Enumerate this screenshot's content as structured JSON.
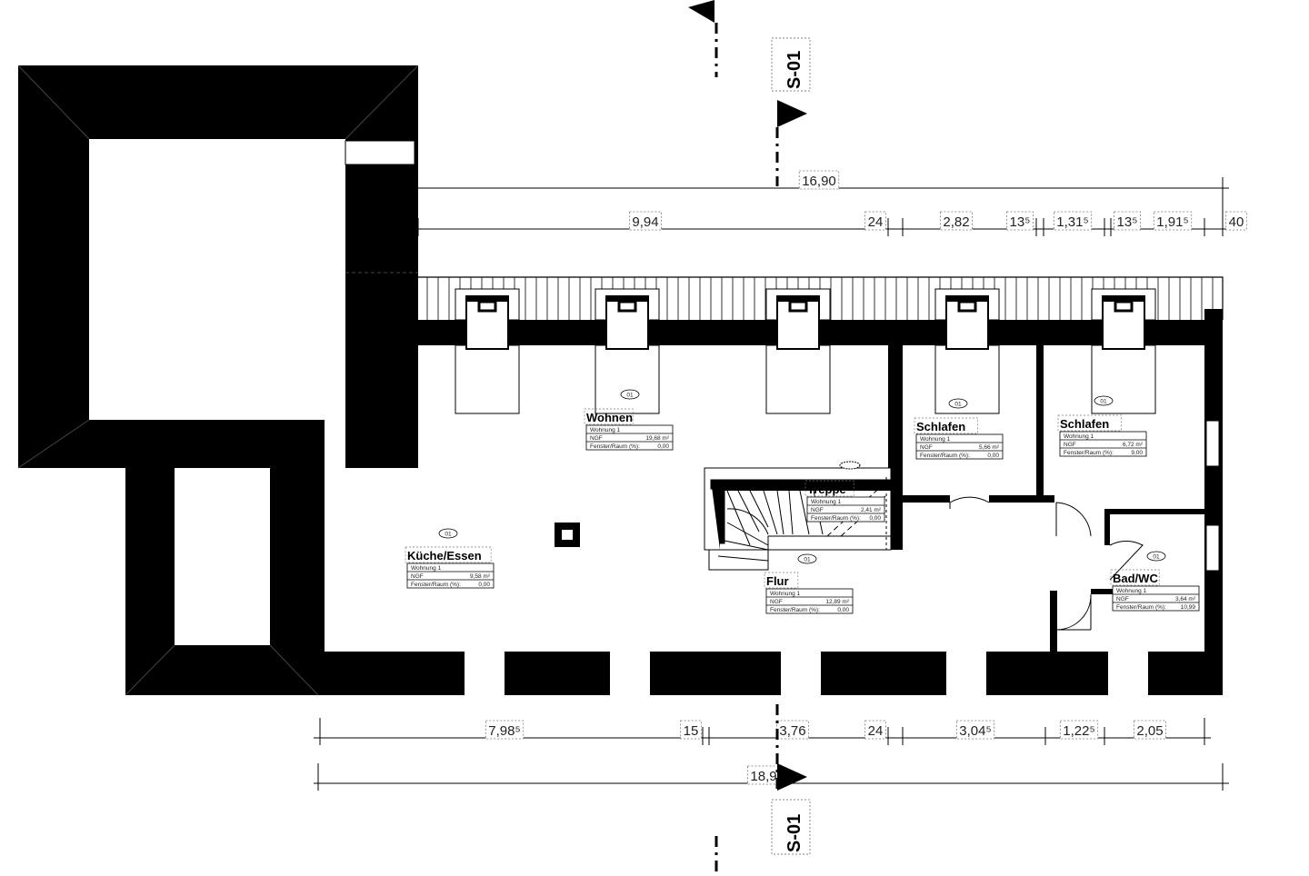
{
  "section_marker": {
    "label": "S-01"
  },
  "dimensions": {
    "top_overall": "16,90",
    "top_row": [
      "9,94",
      "24",
      "2,82",
      "13⁵",
      "1,31⁵",
      "13⁵",
      "1,91⁵",
      "40"
    ],
    "bottom_row": [
      "7,98⁵",
      "15",
      "3,76",
      "24",
      "3,04⁵",
      "1,22⁵",
      "2,05"
    ],
    "bottom_overall": "18,9"
  },
  "rooms": [
    {
      "tag": "01",
      "name": "Wohnen",
      "unit": "Wohnung 1",
      "ngf_label": "NGF",
      "ngf": "19,68 m²",
      "fenster_label": "Fenster/Raum (%):",
      "fenster": "0,00"
    },
    {
      "tag": "01",
      "name": "Küche/Essen",
      "unit": "Wohnung 1",
      "ngf_label": "NGF",
      "ngf": "9,58 m²",
      "fenster_label": "Fenster/Raum (%):",
      "fenster": "0,00"
    },
    {
      "tag": "01",
      "name": "Schlafen",
      "unit": "Wohnung 1",
      "ngf_label": "NGF",
      "ngf": "5,66 m²",
      "fenster_label": "Fenster/Raum (%):",
      "fenster": "0,00"
    },
    {
      "tag": "01",
      "name": "Schlafen",
      "unit": "Wohnung 1",
      "ngf_label": "NGF",
      "ngf": "6,72 m²",
      "fenster_label": "Fenster/Raum (%):",
      "fenster": "9,00"
    },
    {
      "tag": "01",
      "name": "Treppe",
      "unit": "Wohnung 1",
      "ngf_label": "NGF",
      "ngf": "2,41 m²",
      "fenster_label": "Fenster/Raum (%):",
      "fenster": "0,00"
    },
    {
      "tag": "01",
      "name": "Flur",
      "unit": "Wohnung 1",
      "ngf_label": "NGF",
      "ngf": "12,89 m²",
      "fenster_label": "Fenster/Raum (%):",
      "fenster": "0,00"
    },
    {
      "tag": "01",
      "name": "Bad/WC",
      "unit": "Wohnung 1",
      "ngf_label": "NGF",
      "ngf": "3,64 m²",
      "fenster_label": "Fenster/Raum (%):",
      "fenster": "10,99"
    }
  ]
}
